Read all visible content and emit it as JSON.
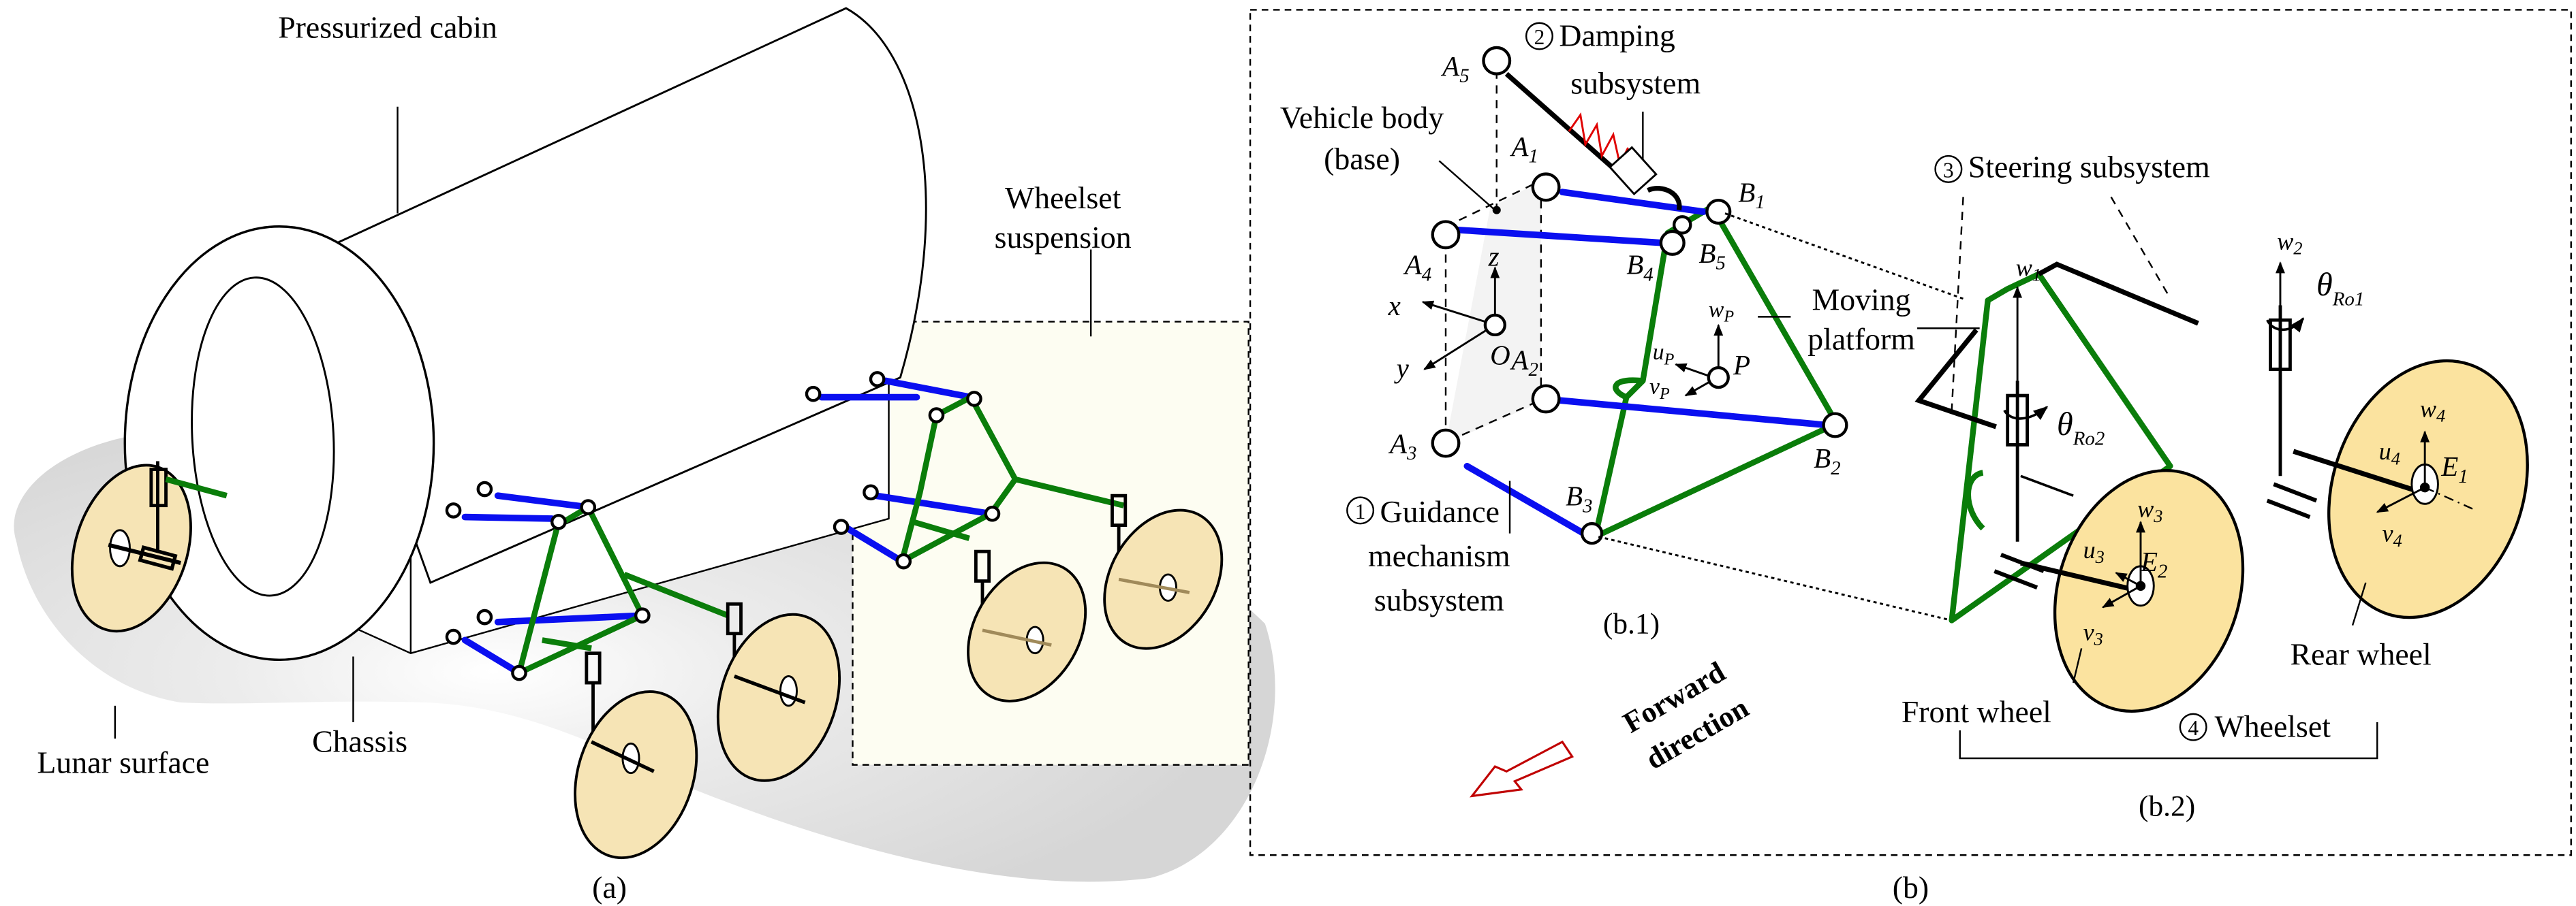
{
  "colors": {
    "guidance_links": "#0a0ff0",
    "moving_platform_edge": "#0a7d0a",
    "moving_platform_fill": "#fbfadf",
    "wheel_fill": "#f6e4b5",
    "wheel_fill_b": "#fbe39f",
    "lunar_surface": "#d9d9d9",
    "suspension_box_fill": "#fdfdf2",
    "base_plane_fill": "#f3f3f3",
    "spring": "#e00000",
    "forward_arrow": "#c00000"
  },
  "panel_a": {
    "caption": "(a)",
    "labels": {
      "cabin": "Pressurized cabin",
      "suspension_line1": "Wheelset",
      "suspension_line2": "suspension",
      "surface": "Lunar surface",
      "chassis": "Chassis"
    }
  },
  "panel_b": {
    "caption": "(b)",
    "sub1_caption": "(b.1)",
    "sub2_caption": "(b.2)",
    "subsystems": [
      {
        "num": "1",
        "line1": "Guidance",
        "line2": "mechanism",
        "line3": "subsystem"
      },
      {
        "num": "2",
        "line1": "Damping",
        "line2": "subsystem"
      },
      {
        "num": "3",
        "line1": "Steering subsystem"
      },
      {
        "num": "4",
        "line1": "Wheelset"
      }
    ],
    "labels": {
      "vehicle_body_line1": "Vehicle body",
      "vehicle_body_line2": "(base)",
      "moving_platform_line1": "Moving",
      "moving_platform_line2": "platform",
      "front_wheel": "Front wheel",
      "rear_wheel": "Rear wheel",
      "forward_line1": "Forward",
      "forward_line2": "direction"
    },
    "points": {
      "A1": {
        "base": "A",
        "sub": "1"
      },
      "A2": {
        "base": "A",
        "sub": "2"
      },
      "A3": {
        "base": "A",
        "sub": "3"
      },
      "A4": {
        "base": "A",
        "sub": "4"
      },
      "A5": {
        "base": "A",
        "sub": "5"
      },
      "B1": {
        "base": "B",
        "sub": "1"
      },
      "B2": {
        "base": "B",
        "sub": "2"
      },
      "B3": {
        "base": "B",
        "sub": "3"
      },
      "B4": {
        "base": "B",
        "sub": "4"
      },
      "B5": {
        "base": "B",
        "sub": "5"
      },
      "O": "O",
      "P": "P",
      "E1": {
        "base": "E",
        "sub": "1"
      },
      "E2": {
        "base": "E",
        "sub": "2"
      }
    },
    "axes": {
      "x": "x",
      "y": "y",
      "z": "z",
      "wP": {
        "base": "w",
        "sub": "P"
      },
      "uP": {
        "base": "u",
        "sub": "P"
      },
      "vP": {
        "base": "v",
        "sub": "P"
      },
      "w1": {
        "base": "w",
        "sub": "1"
      },
      "w2": {
        "base": "w",
        "sub": "2"
      },
      "w3": {
        "base": "w",
        "sub": "3"
      },
      "u3": {
        "base": "u",
        "sub": "3"
      },
      "v3": {
        "base": "v",
        "sub": "3"
      },
      "w4": {
        "base": "w",
        "sub": "4"
      },
      "u4": {
        "base": "u",
        "sub": "4"
      },
      "v4": {
        "base": "v",
        "sub": "4"
      },
      "theta_Ro1": {
        "base": "θ",
        "sub": "Ro1"
      },
      "theta_Ro2": {
        "base": "θ",
        "sub": "Ro2"
      }
    }
  }
}
